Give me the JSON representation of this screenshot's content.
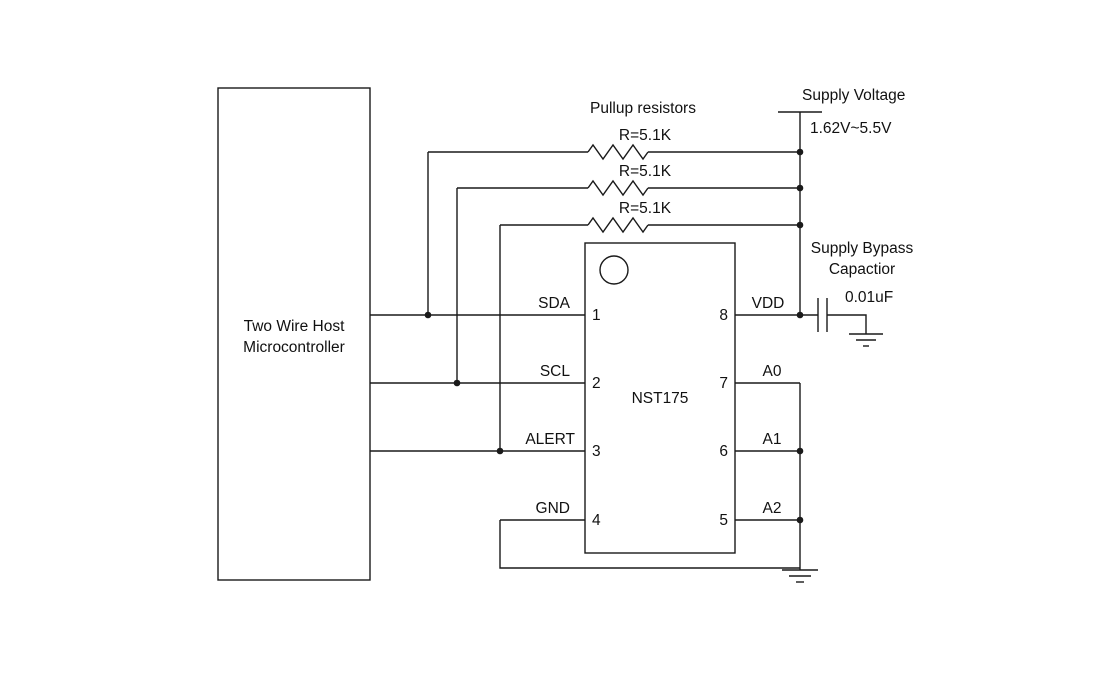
{
  "microcontroller": {
    "line1": "Two Wire Host",
    "line2": "Microcontroller"
  },
  "ic": {
    "name": "NST175"
  },
  "pullups": {
    "title": "Pullup resistors",
    "labels": [
      "R=5.1K",
      "R=5.1K",
      "R=5.1K"
    ]
  },
  "supply": {
    "title": "Supply Voltage",
    "range": "1.62V~5.5V"
  },
  "bypass": {
    "line1": "Supply Bypass",
    "line2": "Capactior",
    "value": "0.01uF"
  },
  "pins": {
    "left": [
      {
        "num": "1",
        "label": "SDA"
      },
      {
        "num": "2",
        "label": "SCL"
      },
      {
        "num": "3",
        "label": "ALERT"
      },
      {
        "num": "4",
        "label": "GND"
      }
    ],
    "right": [
      {
        "num": "8",
        "label": "VDD"
      },
      {
        "num": "7",
        "label": "A0"
      },
      {
        "num": "6",
        "label": "A1"
      },
      {
        "num": "5",
        "label": "A2"
      }
    ]
  },
  "colors": {
    "line": "#1a1a1a",
    "background": "#ffffff"
  }
}
